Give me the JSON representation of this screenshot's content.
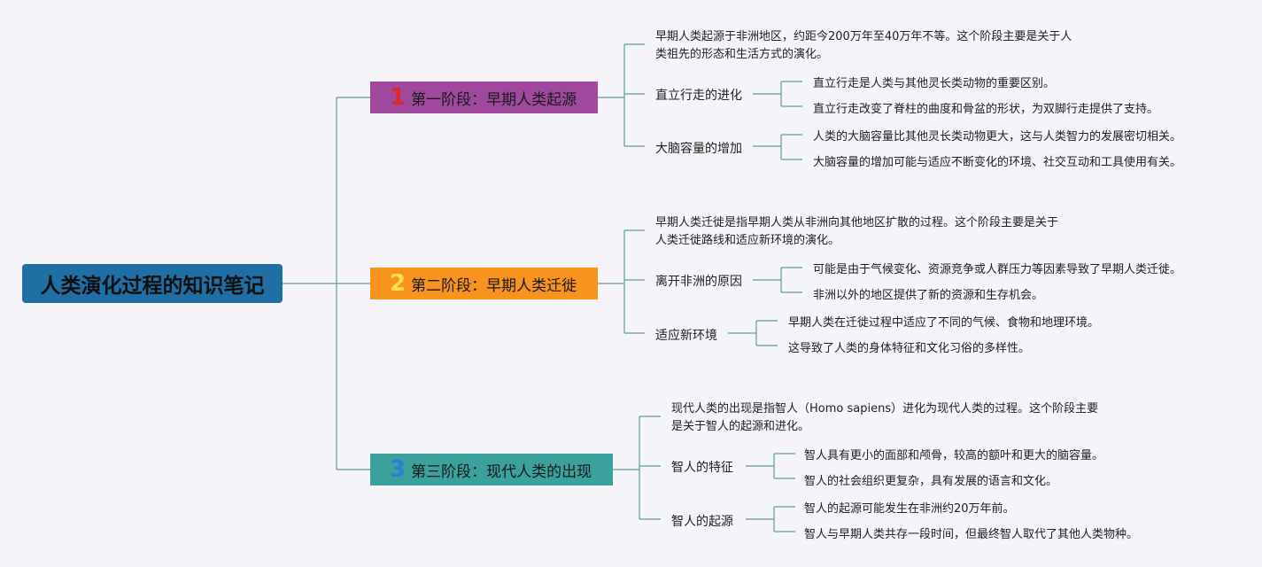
{
  "root": {
    "label": "人类演化过程的知识笔记"
  },
  "stages": [
    {
      "num": "1",
      "title": "第一阶段：早期人类起源",
      "desc_line1": "早期人类起源于非洲地区，约距今200万年至40万年不等。这个阶段主要是关于人",
      "desc_line2": "类祖先的形态和生活方式的演化。",
      "topics": [
        {
          "label": "直立行走的进化",
          "points": [
            "直立行走是人类与其他灵长类动物的重要区别。",
            "直立行走改变了脊柱的曲度和骨盆的形状，为双脚行走提供了支持。"
          ]
        },
        {
          "label": "大脑容量的增加",
          "points": [
            "人类的大脑容量比其他灵长类动物更大，这与人类智力的发展密切相关。",
            "大脑容量的增加可能与适应不断变化的环境、社交互动和工具使用有关。"
          ]
        }
      ]
    },
    {
      "num": "2",
      "title": "第二阶段：早期人类迁徙",
      "desc_line1": "早期人类迁徙是指早期人类从非洲向其他地区扩散的过程。这个阶段主要是关于",
      "desc_line2": "人类迁徙路线和适应新环境的演化。",
      "topics": [
        {
          "label": "离开非洲的原因",
          "points": [
            "可能是由于气候变化、资源竞争或人群压力等因素导致了早期人类迁徙。",
            "非洲以外的地区提供了新的资源和生存机会。"
          ]
        },
        {
          "label": "适应新环境",
          "points": [
            "早期人类在迁徙过程中适应了不同的气候、食物和地理环境。",
            "这导致了人类的身体特征和文化习俗的多样性。"
          ]
        }
      ]
    },
    {
      "num": "3",
      "title": "第三阶段：现代人类的出现",
      "desc_line1": "现代人类的出现是指智人（Homo sapiens）进化为现代人类的过程。这个阶段主要",
      "desc_line2": "是关于智人的起源和进化。",
      "topics": [
        {
          "label": "智人的特征",
          "points": [
            "智人具有更小的面部和颅骨，较高的额叶和更大的脑容量。",
            "智人的社会组织更复杂，具有发展的语言和文化。"
          ]
        },
        {
          "label": "智人的起源",
          "points": [
            "智人的起源可能发生在非洲约20万年前。",
            "智人与早期人类共存一段时间，但最终智人取代了其他人类物种。"
          ]
        }
      ]
    }
  ],
  "colors": {
    "line": "#5f9e94",
    "root": "#1f6fa5",
    "stage1": "#a0479e",
    "stage2": "#f7931e",
    "stage3": "#3aa19d"
  }
}
